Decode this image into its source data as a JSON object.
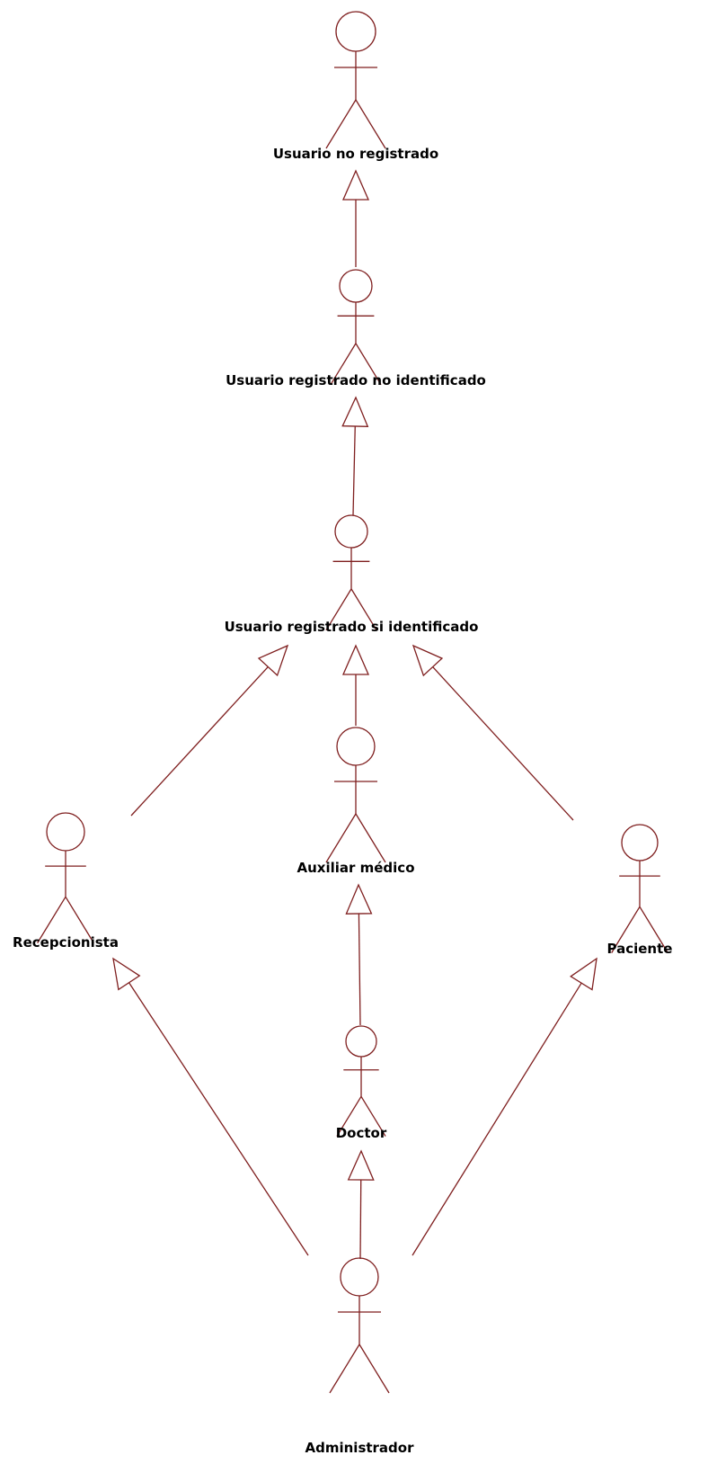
{
  "diagram": {
    "type": "uml-use-case-actor-generalization",
    "stroke_color": "#7f1f1f",
    "actors": [
      {
        "id": "usuario_no_registrado",
        "label": "Usuario no registrado"
      },
      {
        "id": "usuario_registrado_no_identificado",
        "label": "Usuario registrado no identificado"
      },
      {
        "id": "usuario_registrado_si_identificado",
        "label": "Usuario registrado si identificado"
      },
      {
        "id": "recepcionista",
        "label": "Recepcionista"
      },
      {
        "id": "auxiliar_medico",
        "label": "Auxiliar médico"
      },
      {
        "id": "paciente",
        "label": "Paciente"
      },
      {
        "id": "doctor",
        "label": "Doctor"
      },
      {
        "id": "administrador",
        "label": "Administrador"
      }
    ],
    "generalizations": [
      {
        "child": "usuario_registrado_no_identificado",
        "parent": "usuario_no_registrado"
      },
      {
        "child": "usuario_registrado_si_identificado",
        "parent": "usuario_registrado_no_identificado"
      },
      {
        "child": "recepcionista",
        "parent": "usuario_registrado_si_identificado"
      },
      {
        "child": "auxiliar_medico",
        "parent": "usuario_registrado_si_identificado"
      },
      {
        "child": "paciente",
        "parent": "usuario_registrado_si_identificado"
      },
      {
        "child": "doctor",
        "parent": "auxiliar_medico"
      },
      {
        "child": "administrador",
        "parent": "recepcionista"
      },
      {
        "child": "administrador",
        "parent": "doctor"
      },
      {
        "child": "administrador",
        "parent": "paciente"
      }
    ]
  }
}
